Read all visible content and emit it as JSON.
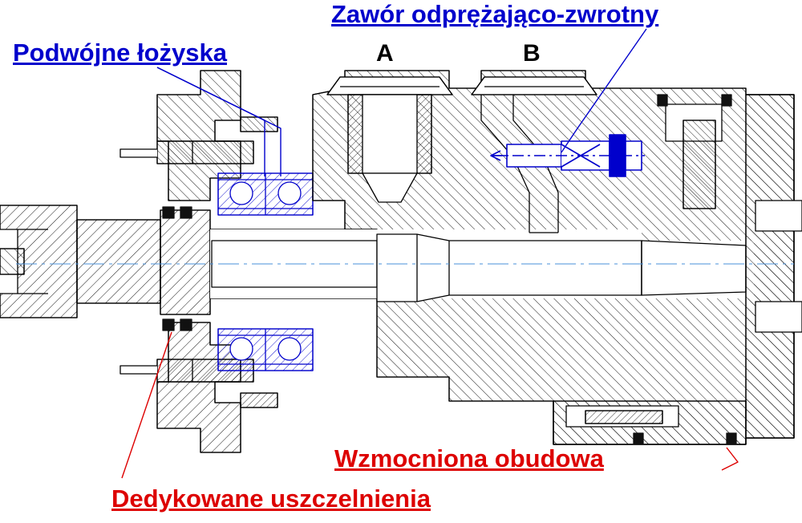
{
  "figure": {
    "type": "technical-cross-section",
    "subject": "hydraulic orbital motor cross-section drawing",
    "background_color": "#ffffff",
    "line_colors": {
      "outline": "#000000",
      "hatch": "#000000",
      "highlight": "#0000cc",
      "centerline": "#4a90d9"
    }
  },
  "annotations": [
    {
      "id": "valve",
      "text": "Zawór odprężająco-zwrotny",
      "color": "#0000cc",
      "leader_to": "valve-assembly"
    },
    {
      "id": "bearings",
      "text": "Podwójne łożyska",
      "color": "#0000cc",
      "leader_to": "bearing-pack"
    },
    {
      "id": "housing",
      "text": "Wzmocniona obudowa",
      "color": "#dd0000",
      "leader_to": "housing-body"
    },
    {
      "id": "seals",
      "text": "Dedykowane uszczelnienia",
      "color": "#dd0000",
      "leader_to": "seal-group"
    }
  ],
  "port_labels": [
    {
      "id": "port-a",
      "text": "A"
    },
    {
      "id": "port-b",
      "text": "B"
    }
  ]
}
